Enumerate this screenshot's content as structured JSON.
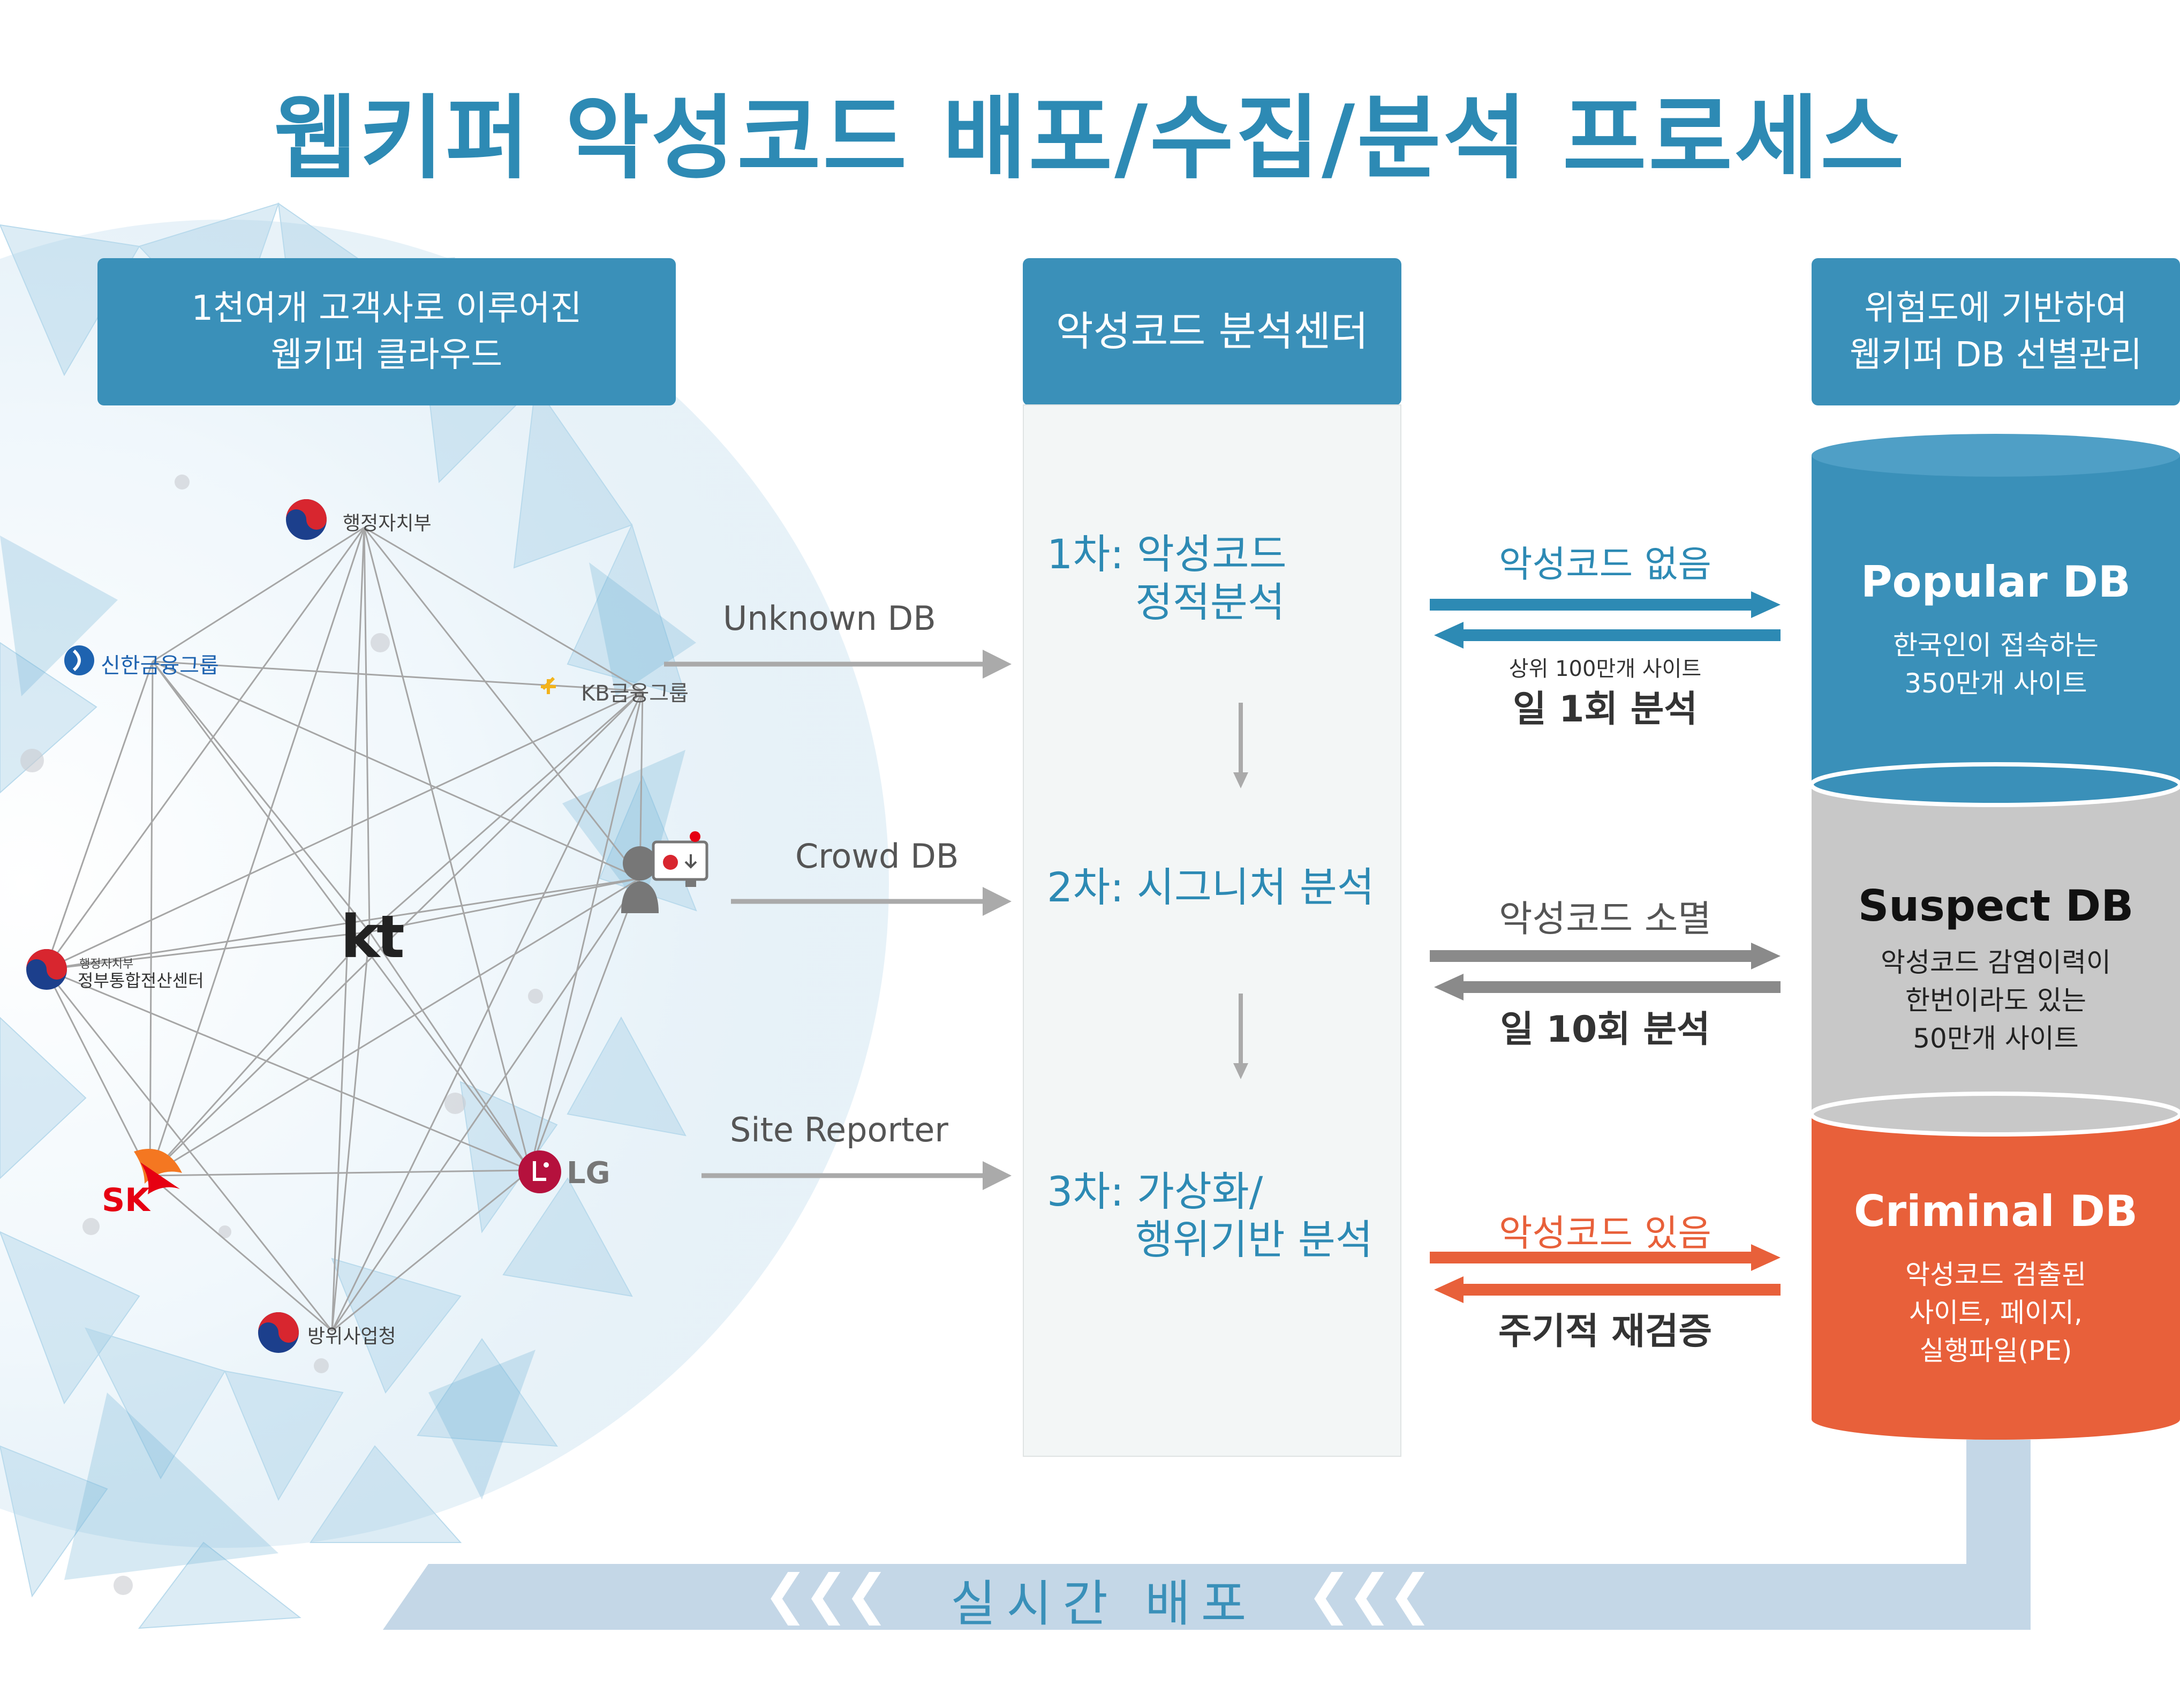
{
  "title": "웹키퍼 악성코드 배포/수집/분석 프로세스",
  "headers": {
    "cloud": [
      "1천여개 고객사로  이루어진",
      "웹키퍼 클라우드"
    ],
    "center": "악성코드 분석센터",
    "db": [
      "위험도에 기반하여",
      "웹키퍼 DB 선별관리"
    ]
  },
  "sources": [
    "Unknown DB",
    "Crowd DB",
    "Site Reporter"
  ],
  "stages": [
    [
      "1차: 악성코드",
      "정적분석"
    ],
    [
      "2차: 시그니처 분석"
    ],
    [
      "3차: 가상화/",
      "행위기반 분석"
    ]
  ],
  "relations": [
    {
      "top": "악성코드 없음",
      "sub": "상위 100만개 사이트",
      "bottom": "일 1회 분석",
      "color": "#2d8ab4"
    },
    {
      "top": "악성코드 소멸",
      "bottom": "일 10회 분석",
      "color": "#8a8a8a"
    },
    {
      "top": "악성코드 있음",
      "bottom": "주기적 재검증",
      "color": "#e8603a"
    }
  ],
  "databases": [
    {
      "name": "Popular DB",
      "desc": [
        "한국인이 접속하는",
        "350만개 사이트"
      ],
      "color": "#3a90b9"
    },
    {
      "name": "Suspect DB",
      "desc": [
        "악성코드 감염이력이",
        "한번이라도 있는",
        "50만개 사이트"
      ],
      "color": "#c8c8c8"
    },
    {
      "name": "Criminal DB",
      "desc": [
        "악성코드 검출된",
        "사이트, 페이지,",
        "실행파일(PE)"
      ],
      "color": "#e8603a"
    }
  ],
  "bottom_bar": {
    "label": "실시간 배포",
    "chevrons": "❮❮❮"
  },
  "nodes": {
    "mois": "행정자치부",
    "shinhan": "신한금융그룹",
    "kb": "KB금융그룹",
    "kt": "kt",
    "nirs_small": "행정자치부",
    "nirs": "정부통합전산센터",
    "sk": "SK",
    "lg": "LG",
    "dapa": "방위사업청"
  }
}
